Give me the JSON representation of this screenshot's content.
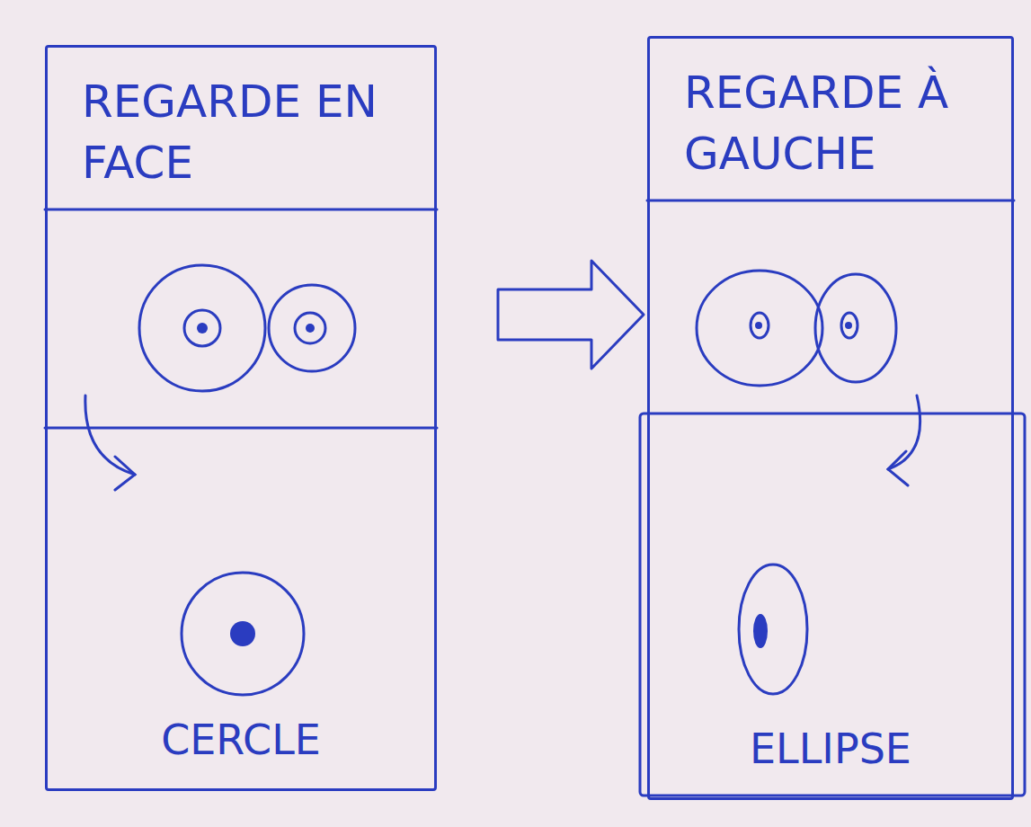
{
  "diagram": {
    "nodes": [
      {
        "text": [
          "REGARDE EN FACE",
          "CERCLE"
        ]
      },
      {
        "text": [
          "REGARDE À GAUCHE",
          "ELLIPSE"
        ]
      }
    ],
    "edges": [
      {
        "from": 0,
        "to": 1,
        "arrow": "to"
      }
    ]
  }
}
